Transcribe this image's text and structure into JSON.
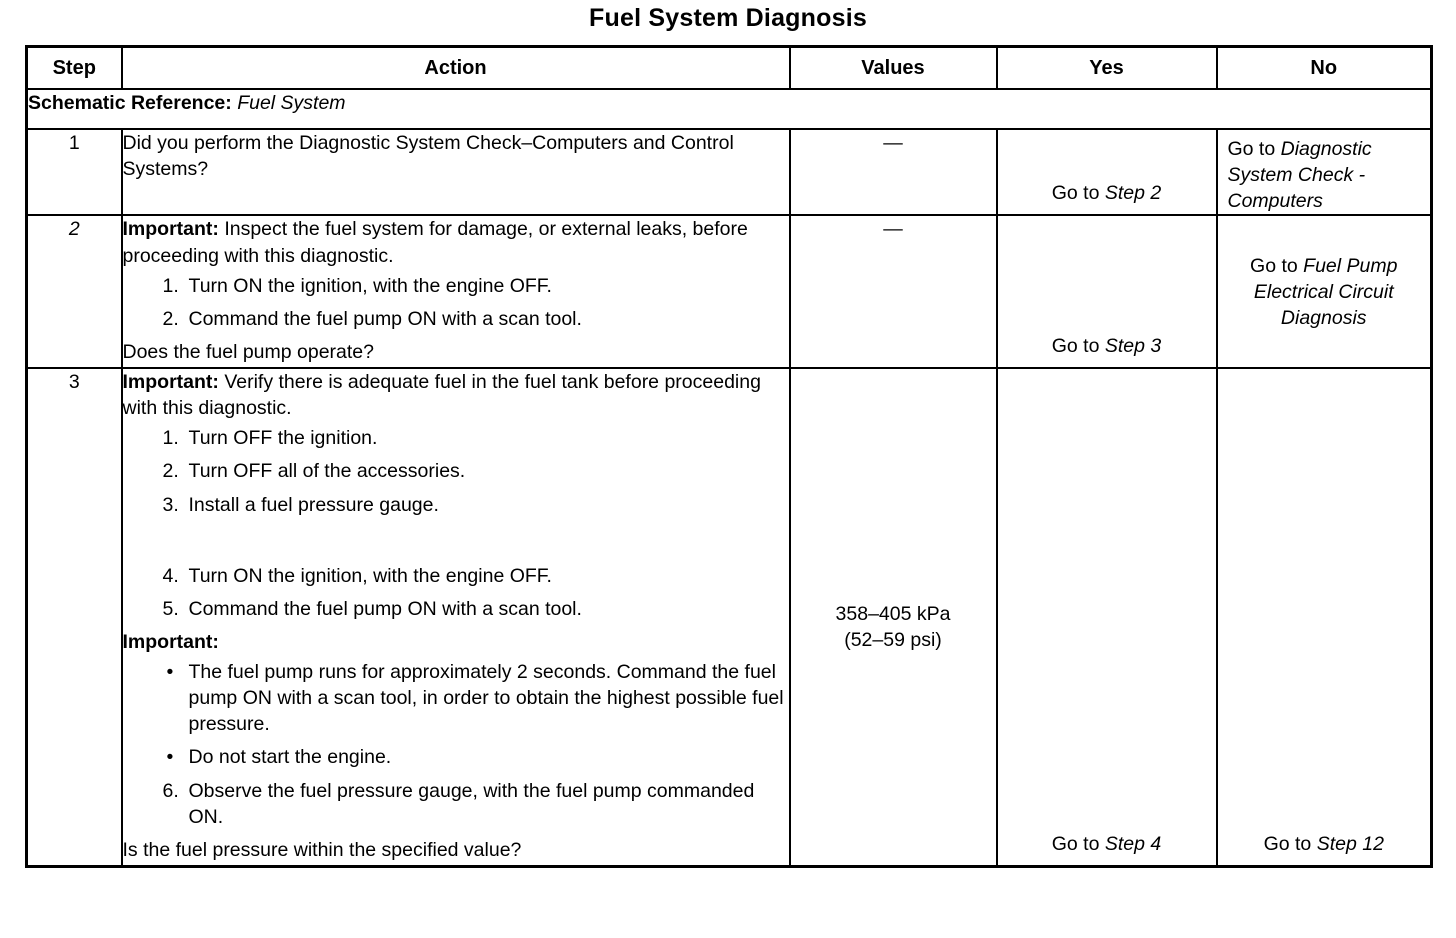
{
  "title": "Fuel System Diagnosis",
  "table": {
    "headers": {
      "step": "Step",
      "action": "Action",
      "values": "Values",
      "yes": "Yes",
      "no": "No"
    },
    "schematic": {
      "label": "Schematic Reference:",
      "value": "Fuel System"
    },
    "rows": [
      {
        "step": "1",
        "action": {
          "intro": "Did you perform the Diagnostic System Check–Computers and Control Systems?"
        },
        "values": "—",
        "yes": {
          "prefix": "Go to ",
          "target": "Step 2"
        },
        "no": {
          "prefix": "Go to ",
          "target": "Diagnostic System Check - Computers"
        }
      },
      {
        "step": "2",
        "action": {
          "important_label": "Important:",
          "important_text": " Inspect the fuel system for damage, or external leaks, before proceeding with this diagnostic.",
          "steps": [
            {
              "num": "1.",
              "text": "Turn ON the ignition, with the engine OFF."
            },
            {
              "num": "2.",
              "text": "Command the fuel pump ON with a scan tool."
            }
          ],
          "question": "Does the fuel pump operate?"
        },
        "values": "—",
        "yes": {
          "prefix": "Go to ",
          "target": "Step 3"
        },
        "no": {
          "prefix": "Go to ",
          "target": "Fuel Pump Electrical Circuit Diagnosis"
        }
      },
      {
        "step": "3",
        "action": {
          "important_label": "Important:",
          "important_text": " Verify there is adequate fuel in the fuel tank before proceeding with this diagnostic.",
          "steps_a": [
            {
              "num": "1.",
              "text": "Turn OFF the ignition."
            },
            {
              "num": "2.",
              "text": "Turn OFF all of the accessories."
            },
            {
              "num": "3.",
              "text": "Install a fuel pressure gauge."
            }
          ],
          "steps_b": [
            {
              "num": "4.",
              "text": "Turn ON the ignition, with the engine OFF."
            },
            {
              "num": "5.",
              "text": "Command the fuel pump ON with a scan tool."
            }
          ],
          "important2_label": "Important:",
          "bullets": [
            {
              "mark": "•",
              "text": "The fuel pump runs for approximately 2 seconds. Command the fuel pump ON with a scan tool, in order to obtain the highest possible fuel pressure."
            },
            {
              "mark": "•",
              "text": "Do not start the engine."
            }
          ],
          "steps_c": [
            {
              "num": "6.",
              "text": "Observe the fuel pressure gauge, with the fuel pump commanded ON."
            }
          ],
          "question": "Is the fuel pressure within the specified value?"
        },
        "values_line1": "358–405 kPa",
        "values_line2": "(52–59 psi)",
        "yes": {
          "prefix": "Go to ",
          "target": "Step 4"
        },
        "no": {
          "prefix": "Go to ",
          "target": "Step 12"
        }
      }
    ]
  }
}
